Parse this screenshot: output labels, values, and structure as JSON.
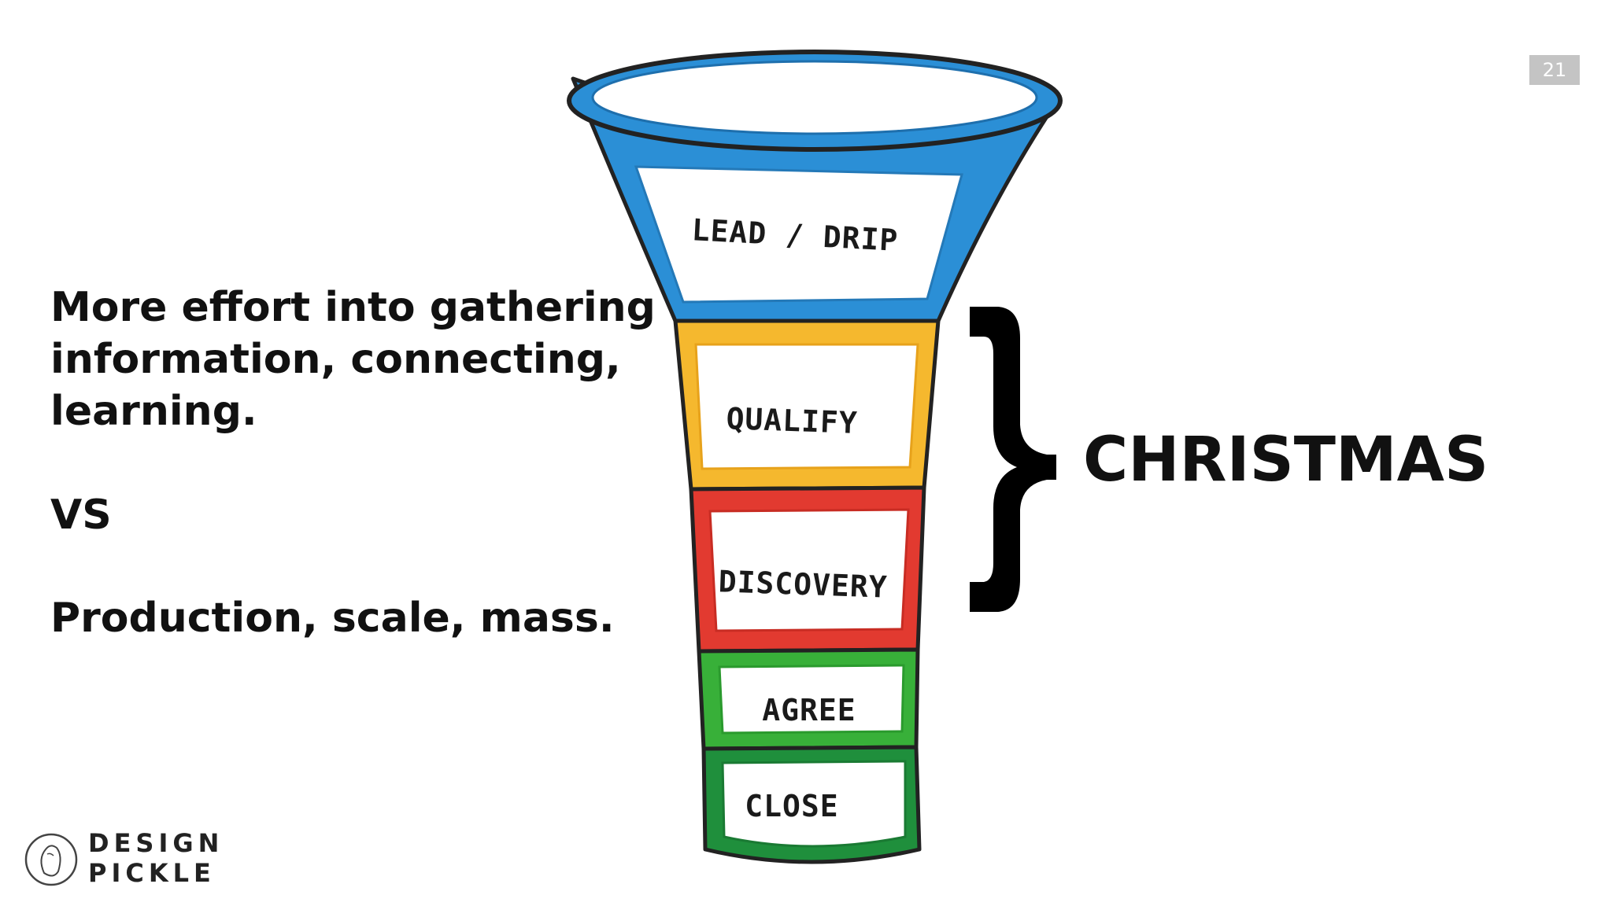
{
  "slide": {
    "page_number": "21",
    "left_text": {
      "paragraph_1": [
        "More effort into gathering",
        "information, connecting,",
        "learning."
      ],
      "separator": "VS",
      "paragraph_2": "Production, scale, mass."
    },
    "bracket_label": "CHRISTMAS"
  },
  "funnel": {
    "stages": [
      {
        "label": "LEAD / DRIP",
        "color": "#2b8fd6"
      },
      {
        "label": "QUALIFY",
        "color": "#f5b82e"
      },
      {
        "label": "DISCOVERY",
        "color": "#e23a30"
      },
      {
        "label": "AGREE",
        "color": "#38b039"
      },
      {
        "label": "CLOSE",
        "color": "#1f8f3c"
      }
    ]
  },
  "logo": {
    "line_1": "DESIGN",
    "line_2": "PICKLE"
  }
}
